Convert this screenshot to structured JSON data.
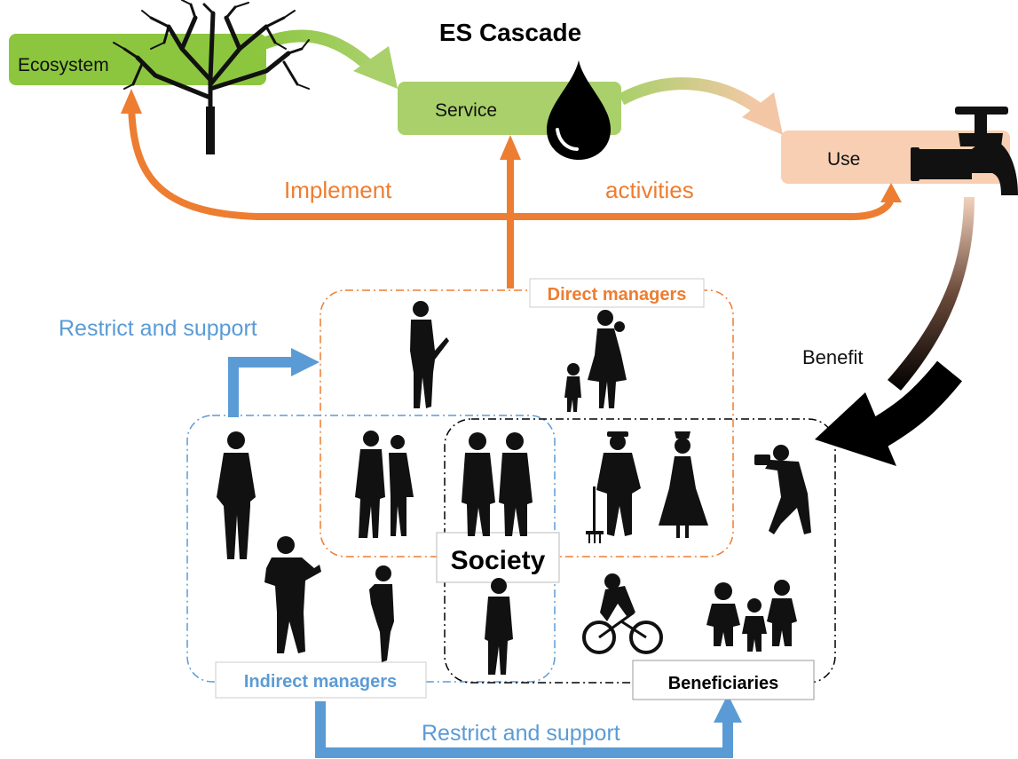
{
  "title": "ES Cascade",
  "cascade": {
    "ecosystem": "Ecosystem",
    "service": "Service",
    "use": "Use"
  },
  "flows": {
    "implement": "Implement",
    "activities": "activities",
    "benefit": "Benefit",
    "restrict_support_top": "Restrict and support",
    "restrict_support_bottom": "Restrict and support"
  },
  "groups": {
    "direct_managers": "Direct managers",
    "indirect_managers": "Indirect managers",
    "beneficiaries": "Beneficiaries",
    "society": "Society"
  },
  "icons": [
    "tree-icon",
    "water-drop-icon",
    "faucet-icon",
    "person-silhouette-icons"
  ],
  "colors": {
    "ecosystem_green": "#8cc63f",
    "service_green": "#a9d06a",
    "use_peach": "#f6c8a8",
    "orange": "#ed7d31",
    "blue": "#5b9bd5",
    "black": "#000000"
  }
}
